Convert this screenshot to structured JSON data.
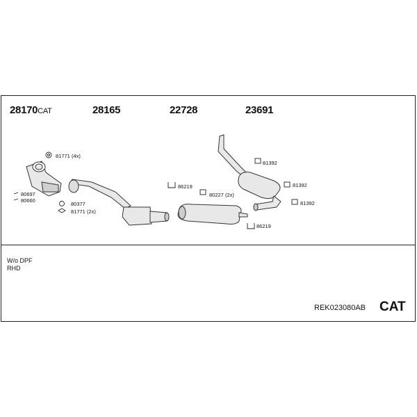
{
  "diagram": {
    "part_numbers": [
      {
        "number": "28170",
        "suffix": "CAT"
      },
      {
        "number": "28165",
        "suffix": ""
      },
      {
        "number": "22728",
        "suffix": ""
      },
      {
        "number": "23691",
        "suffix": ""
      }
    ],
    "references": [
      "81771 (4x)",
      "80697",
      "80660",
      "80377",
      "81771 (2x)",
      "86219",
      "80227 (2x)",
      "86219",
      "81392",
      "81392",
      "81392"
    ],
    "notes": [
      "W/o DPF",
      "RHD"
    ],
    "kit_code": "REK023080AB",
    "badge": "CAT"
  }
}
